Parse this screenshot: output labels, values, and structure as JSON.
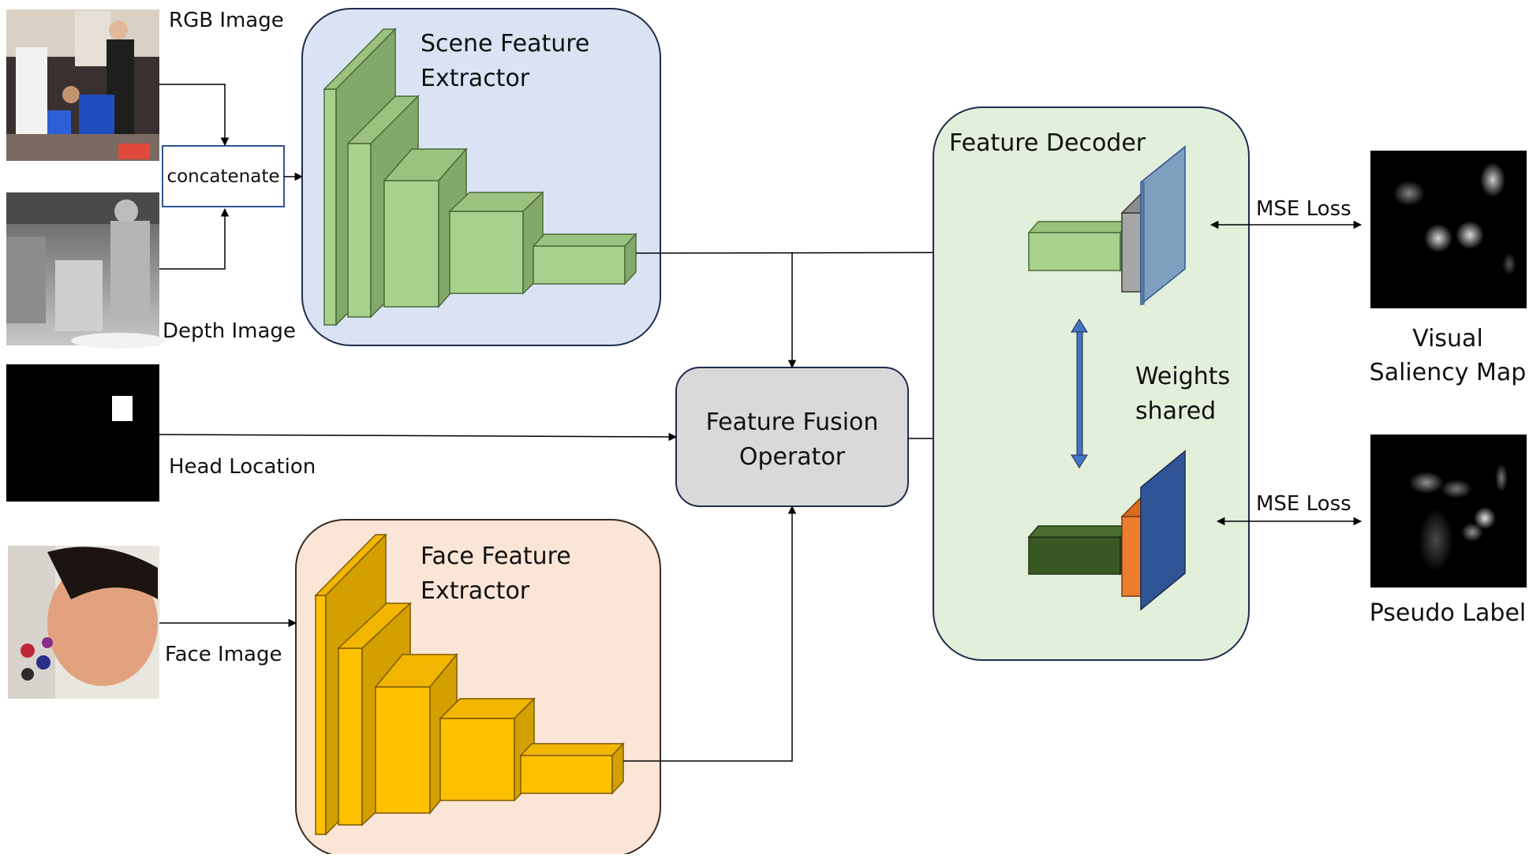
{
  "labels": {
    "rgb_image": "RGB Image",
    "depth_image": "Depth Image",
    "head_location": "Head Location",
    "face_image": "Face Image",
    "concatenate": "concatenate",
    "scene_extractor_line1": "Scene Feature",
    "scene_extractor_line2": "Extractor",
    "face_extractor_line1": "Face Feature",
    "face_extractor_line2": "Extractor",
    "fusion_line1": "Feature Fusion",
    "fusion_line2": "Operator",
    "decoder": "Feature Decoder",
    "weights_line1": "Weights",
    "weights_line2": "shared",
    "mse_loss_top": "MSE Loss",
    "mse_loss_bottom": "MSE Loss",
    "saliency_line1": "Visual",
    "saliency_line2": "Saliency Map",
    "pseudo_label": "Pseudo Label"
  },
  "colors": {
    "scene_panel": "#dae3f3",
    "face_panel": "#fbe5d6",
    "decoder_panel": "#e2efda",
    "fusion_box": "#d9d9d9",
    "scene_block": "#a9d18e",
    "face_block": "#ffc000",
    "decoder_top_layer": "#7f9fbf",
    "decoder_bottom_layer": "#2f5597",
    "decoder_top_mid": "#a6a6a6",
    "decoder_bottom_mid": "#ed7d31",
    "decoder_bottom_block": "#385723",
    "weights_arrow": "#4472c4"
  }
}
